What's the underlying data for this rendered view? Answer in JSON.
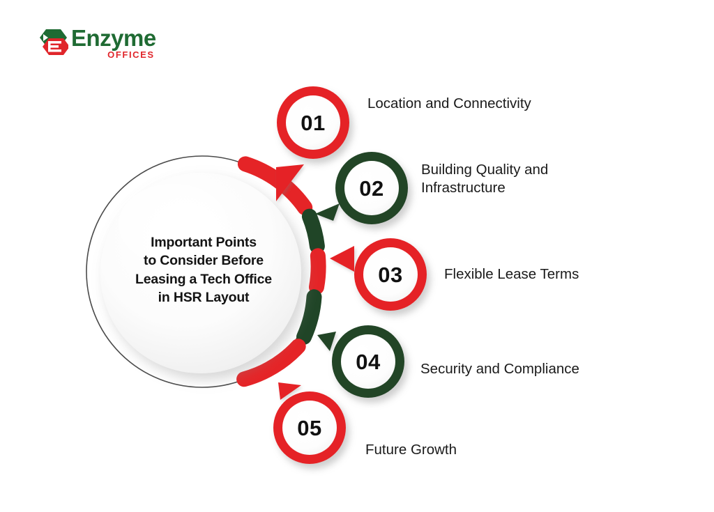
{
  "brand": {
    "name": "Enzyme",
    "sub": "OFFICES",
    "mark_icon": "hexagon-e-logo-icon",
    "green": "#1f6b33",
    "red": "#e0262b"
  },
  "center": {
    "title": "Important Points to Consider Before Leasing a Tech Office in HSR Layout",
    "lines": [
      "Important Points",
      "to Consider Before",
      "Leasing a Tech Office",
      "in HSR Layout"
    ]
  },
  "palette": {
    "red": "#e52427",
    "green": "#204527",
    "ring_outline": "#4a4a4a",
    "circle_fill": "#fbfbfb",
    "text": "#1a1a1a"
  },
  "steps": [
    {
      "number": "01",
      "label": "Location and Connectivity",
      "label_lines": [
        "Location and Connectivity"
      ],
      "color": "#e52427",
      "color_name": "red"
    },
    {
      "number": "02",
      "label": "Building Quality and Infrastructure",
      "label_lines": [
        "Building Quality and",
        "Infrastructure"
      ],
      "color": "#204527",
      "color_name": "green"
    },
    {
      "number": "03",
      "label": "Flexible Lease Terms",
      "label_lines": [
        "Flexible Lease Terms"
      ],
      "color": "#e52427",
      "color_name": "red"
    },
    {
      "number": "04",
      "label": "Security and Compliance",
      "label_lines": [
        "Security and Compliance"
      ],
      "color": "#204527",
      "color_name": "green"
    },
    {
      "number": "05",
      "label": "Future Growth",
      "label_lines": [
        "Future Growth"
      ],
      "color": "#e52427",
      "color_name": "red"
    }
  ]
}
